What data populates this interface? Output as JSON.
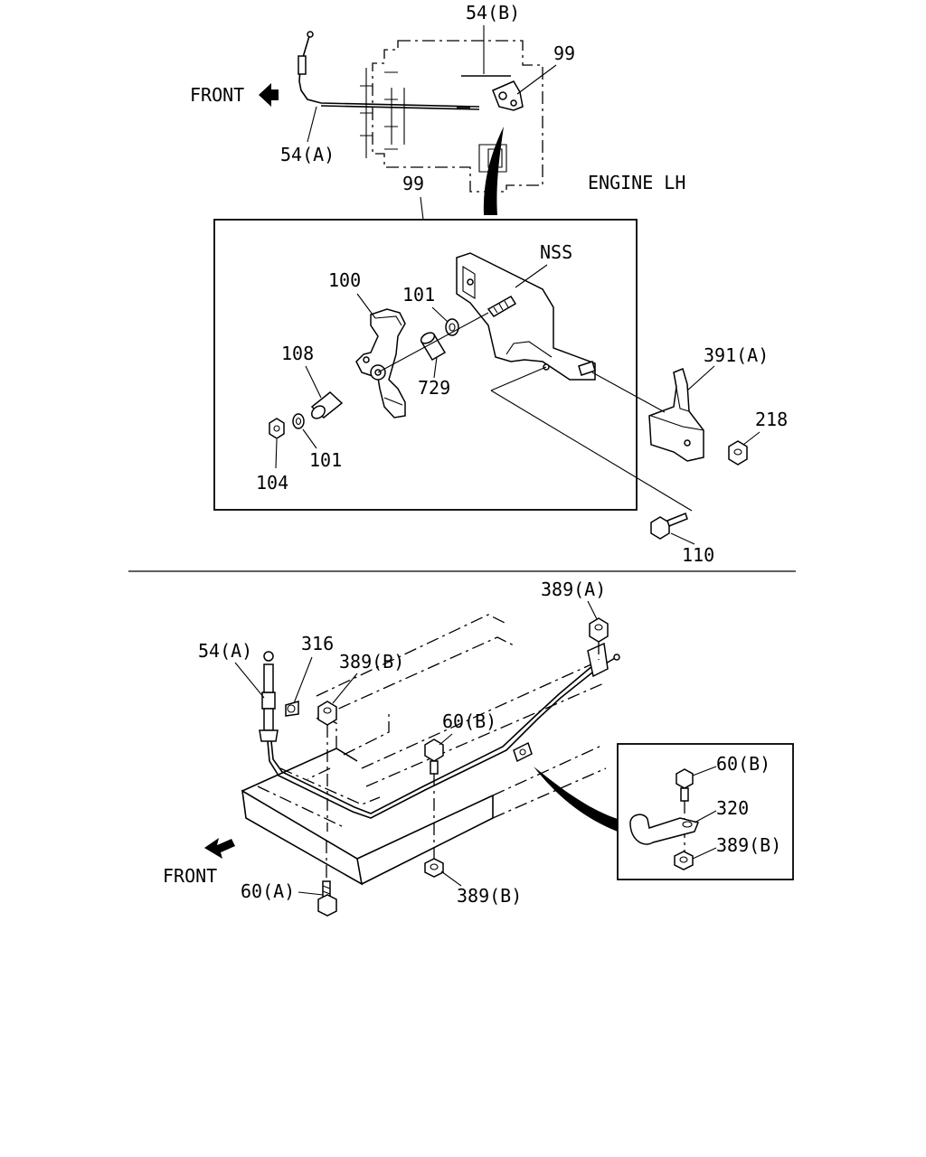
{
  "top": {
    "front_label": "FRONT",
    "engine_label": "ENGINE LH",
    "callouts": {
      "cable_54b": "54(B)",
      "lever_99_top": "99",
      "cable_54a_top": "54(A)",
      "detail_99": "99"
    }
  },
  "detail_box": {
    "callouts": {
      "nss": "NSS",
      "p100": "100",
      "p101_upper": "101",
      "p108": "108",
      "p729": "729",
      "p101_lower": "101",
      "p104": "104",
      "p391a": "391(A)",
      "p218": "218",
      "p110": "110"
    }
  },
  "bottom": {
    "front_label": "FRONT",
    "callouts": {
      "p389a": "389(A)",
      "p54a": "54(A)",
      "p316": "316",
      "p389b_upper": "389(B)",
      "p60b": "60(B)",
      "p60a": "60(A)",
      "p389b_lower": "389(B)"
    },
    "inset": {
      "p60b": "60(B)",
      "p320": "320",
      "p389b": "389(B)"
    }
  }
}
